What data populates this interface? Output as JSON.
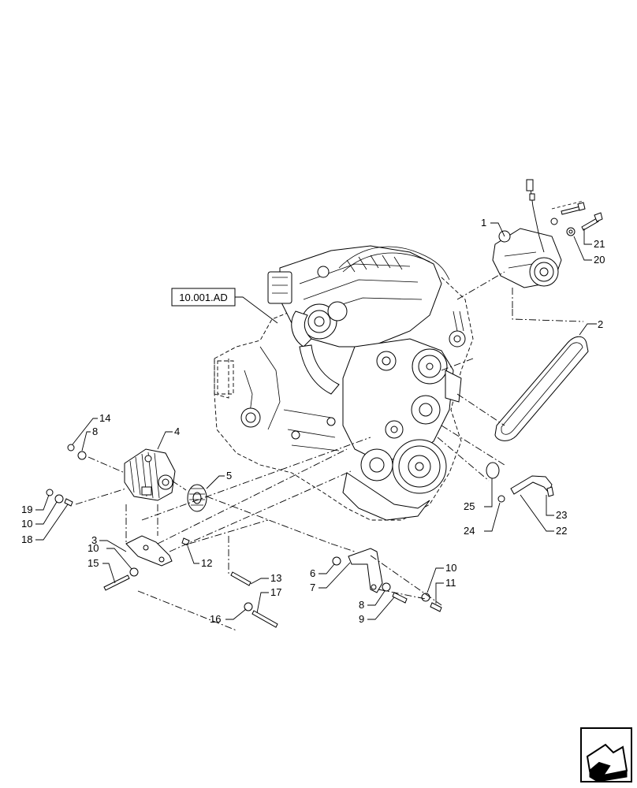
{
  "reference_box": "10.001.AD",
  "callouts": {
    "c1": "1",
    "c2": "2",
    "c3": "3",
    "c4": "4",
    "c5": "5",
    "c6": "6",
    "c7": "7",
    "c8a": "8",
    "c8b": "8",
    "c9": "9",
    "c10a": "10",
    "c10b": "10",
    "c10c": "10",
    "c11": "11",
    "c12": "12",
    "c13": "13",
    "c14": "14",
    "c15": "15",
    "c16": "16",
    "c17": "17",
    "c18": "18",
    "c19": "19",
    "c20": "20",
    "c21": "21",
    "c22": "22",
    "c23": "23",
    "c24": "24",
    "c25": "25"
  },
  "icons": {
    "nav_icon": "next-page-arrow-icon"
  }
}
